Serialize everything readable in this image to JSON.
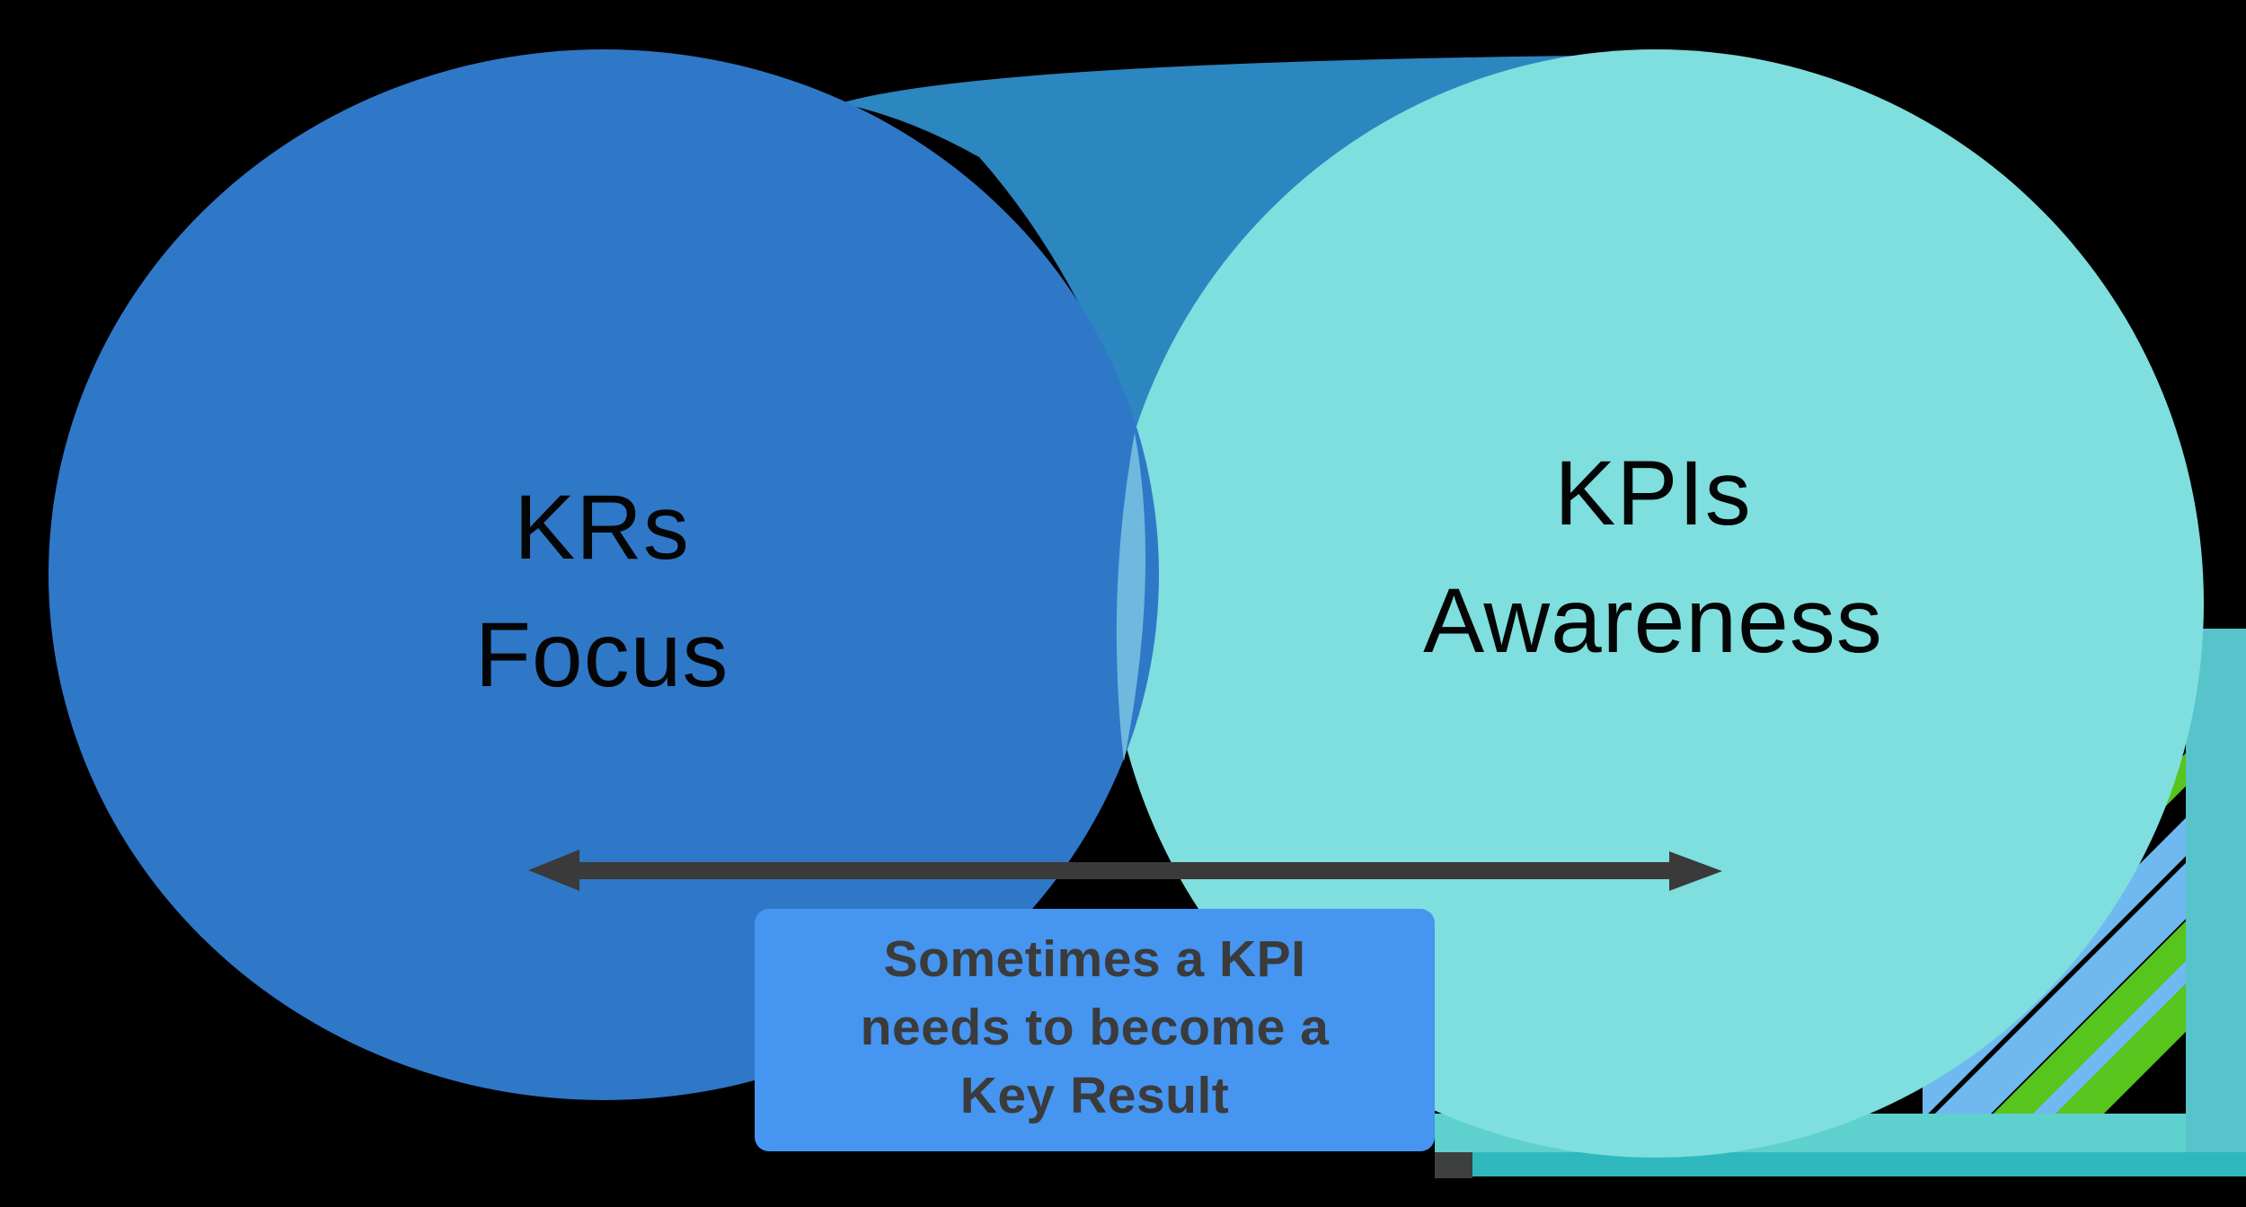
{
  "diagram": {
    "background_color": "#000000",
    "left_circle": {
      "label_line1": "KRs",
      "label_line2": "Focus",
      "fill_color": "#2F78C8",
      "text_color": "#050505"
    },
    "right_circle": {
      "label_line1": "KPIs",
      "label_line2": "Awareness",
      "fill_color": "#7FDEDE",
      "text_color": "#050505"
    },
    "overlap": {
      "wedge_color": "#2C86C0",
      "lens_color": "#6FB9DF"
    },
    "arrow": {
      "color": "#3A3A3A"
    },
    "callout": {
      "line1": "Sometimes a KPI",
      "line2": "needs to become a",
      "line3": "Key Result",
      "bg_color": "#4695F0",
      "text_color": "#3B3B3B"
    },
    "decor": {
      "stripe_green": "#58C41E",
      "stripe_blue": "#6FB9F0",
      "band_right": "#57C3CB",
      "band_bottom_light": "#5ED0CD",
      "band_bottom_dark": "#2FB9BE",
      "shadow_patch": "#3E4040"
    }
  }
}
